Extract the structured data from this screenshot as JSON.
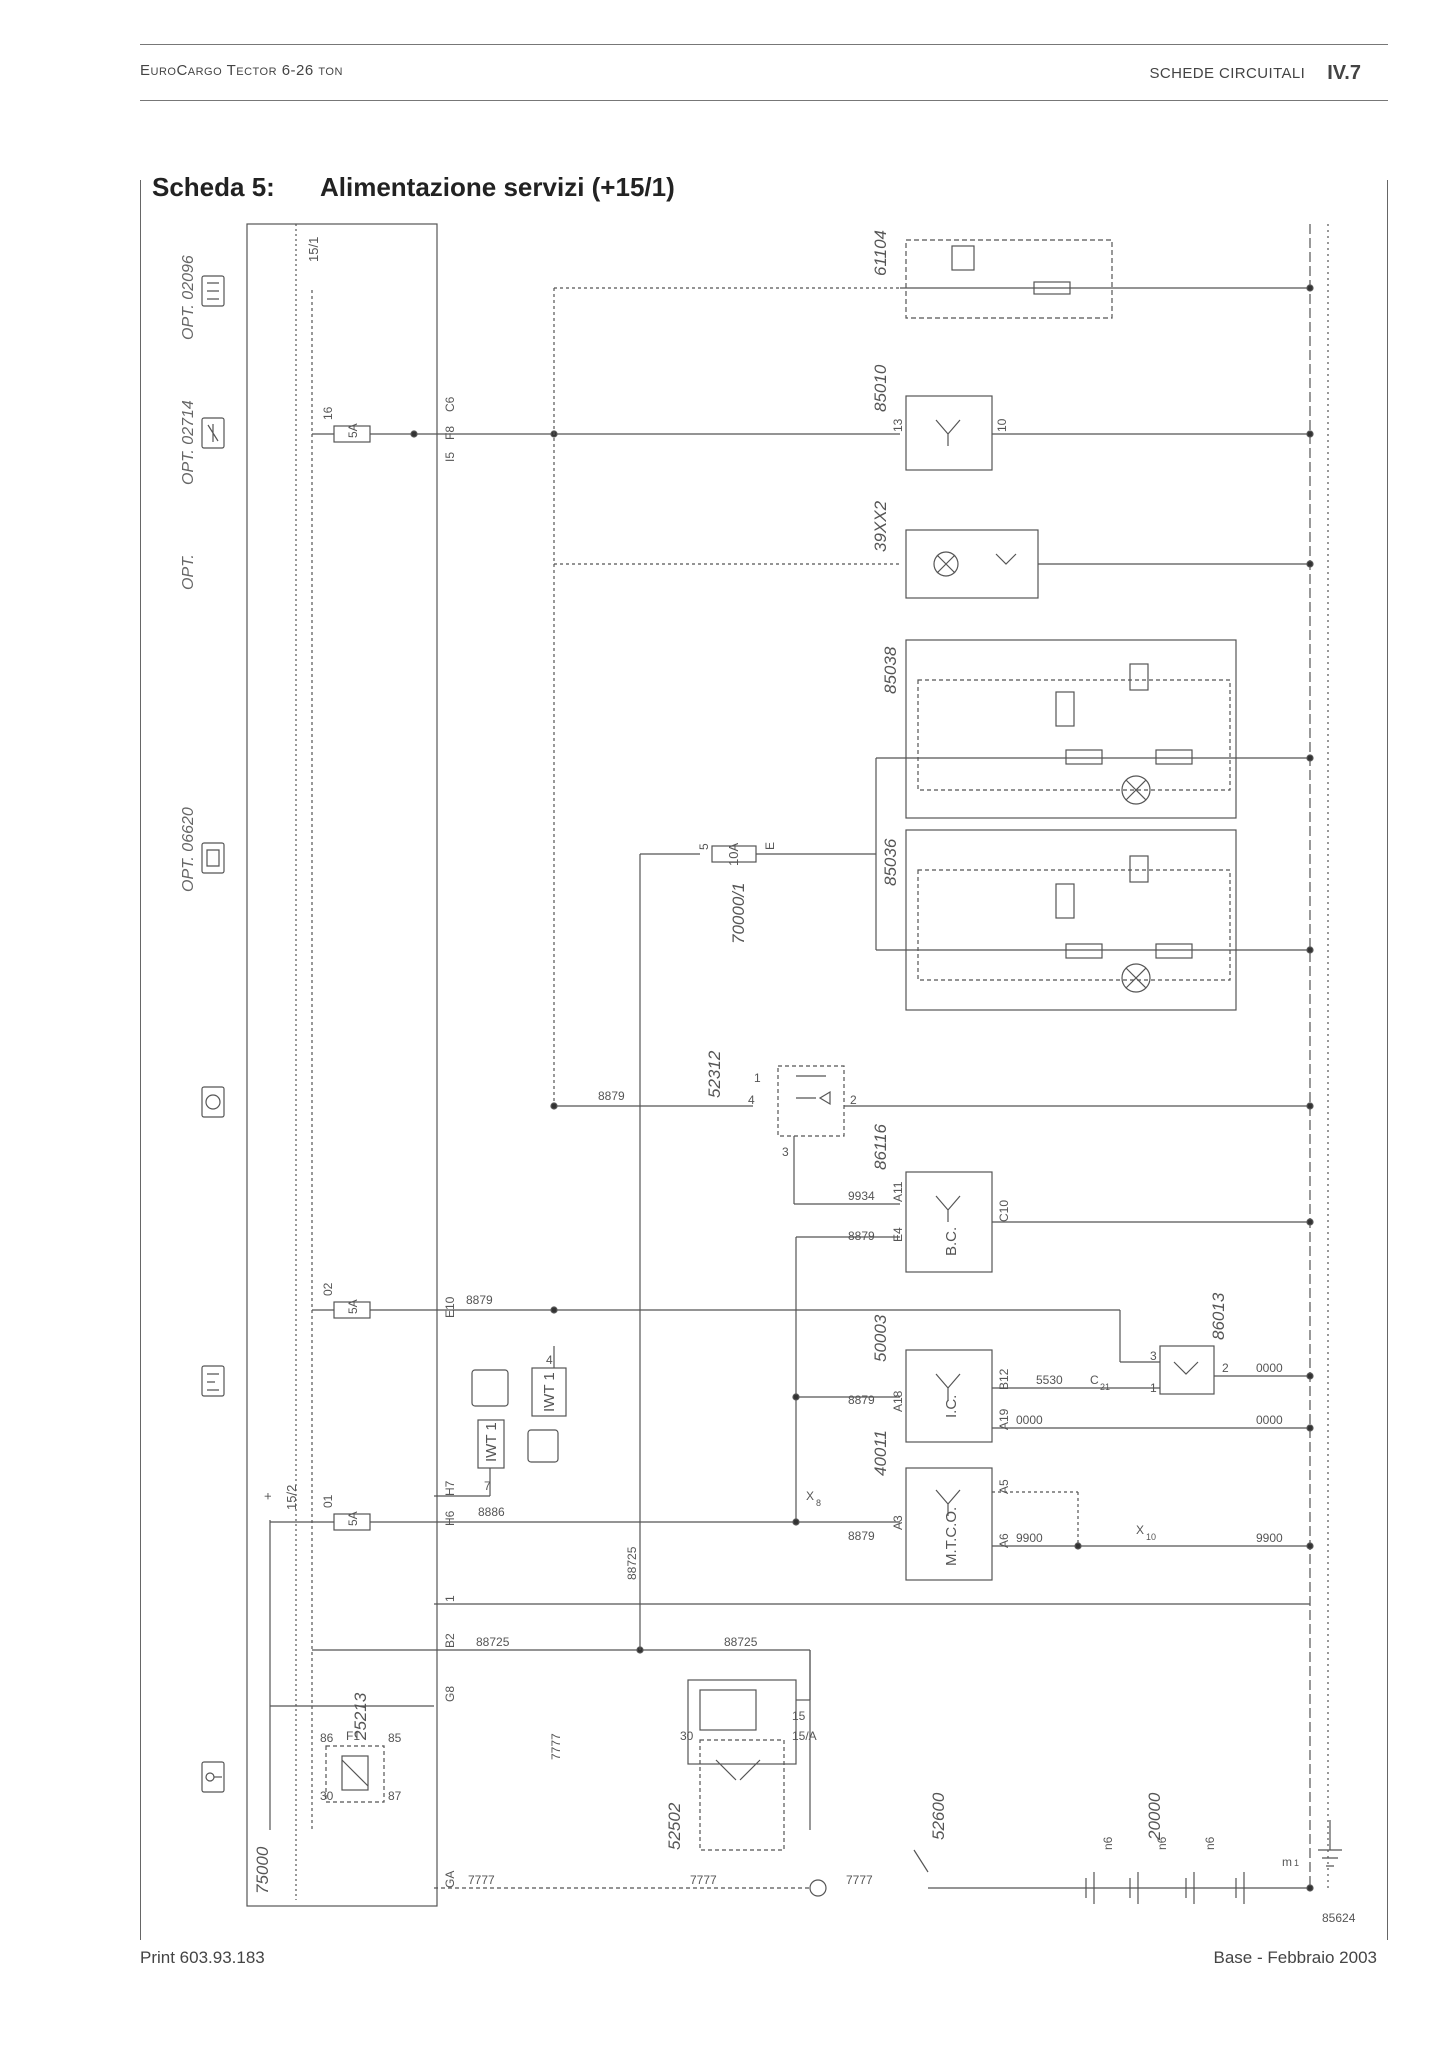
{
  "header": {
    "publication": "EuroCargo Tector 6-26 ton",
    "section": "SCHEDE CIRCUITALI",
    "page": "IV.7"
  },
  "sheet": {
    "number": "Scheda 5:",
    "title": "Alimentazione servizi (+15/1)"
  },
  "footer": {
    "print": "Print 603.93.183",
    "edition": "Base - Febbraio 2003"
  },
  "diagram": {
    "drawing_number": "85624",
    "options": [
      "OPT. 02096",
      "OPT. 02714",
      "OPT.",
      "OPT. 06620"
    ],
    "components": {
      "c61104": "61104",
      "c85010": "85010",
      "c39xx2": "39XX2",
      "c85038": "85038",
      "c85036": "85036",
      "c70000": "70000/1",
      "c52312": "52312",
      "c86116": "86116",
      "c86013": "86013",
      "c50003": "50003",
      "c40011": "40011",
      "c25213": "25213",
      "c52502": "52502",
      "c52600": "52600",
      "c20000": "20000",
      "c75000": "75000"
    },
    "module_labels": {
      "bc": "B.C.",
      "ic": "I.C.",
      "mtco": "M.T.C.O.",
      "iwt1": "IWT 1",
      "iwt1b": "IWT 1"
    },
    "fuses": [
      "5A",
      "5A",
      "5A",
      "10A"
    ],
    "fuse_numbers": [
      "16",
      "02",
      "01"
    ],
    "rails": [
      "15/1",
      "15/2",
      "+"
    ],
    "connector_pins": [
      "C6",
      "F8",
      "I5",
      "E10",
      "H7",
      "H6",
      "1",
      "B2",
      "G8",
      "GA",
      "86",
      "30",
      "85",
      "87",
      "F1",
      "30",
      "15/A",
      "15"
    ],
    "pin_labels": {
      "p13": "13",
      "p10": "10",
      "p5": "5",
      "p3e": "E",
      "p1": "1",
      "p4": "4",
      "p2": "2",
      "p3": "3",
      "a11": "A11",
      "e4": "E4",
      "c10": "C10",
      "a18": "A18",
      "b12": "B12",
      "a19": "A19",
      "a3": "A3",
      "a5": "A5",
      "a6": "A6",
      "l3": "3",
      "l1": "1",
      "l2": "2",
      "w4": "4",
      "w7": "7"
    },
    "wire_codes": {
      "w8879a": "8879",
      "w9934": "9934",
      "w8879b": "8879",
      "w8879c": "8879",
      "w8879d": "8879",
      "w8879e": "8879",
      "w5530": "5530",
      "w0000a": "0000",
      "w0000b": "0000",
      "w0000c": "0000",
      "w8886": "8886",
      "w9900a": "9900",
      "w9900b": "9900",
      "w88725a": "88725",
      "w88725b": "88725",
      "w88725c": "88725",
      "w7777a": "7777",
      "w7777b": "7777",
      "w7777c": "7777",
      "w7777d": "7777"
    },
    "misc": {
      "x8": "X",
      "x8n": "8",
      "x10": "X",
      "x10n": "10",
      "c21": "C",
      "c21n": "21",
      "ms": "m",
      "ms1": "1",
      "n6a": "n6",
      "n6b": "n6",
      "n6c": "n6"
    }
  }
}
